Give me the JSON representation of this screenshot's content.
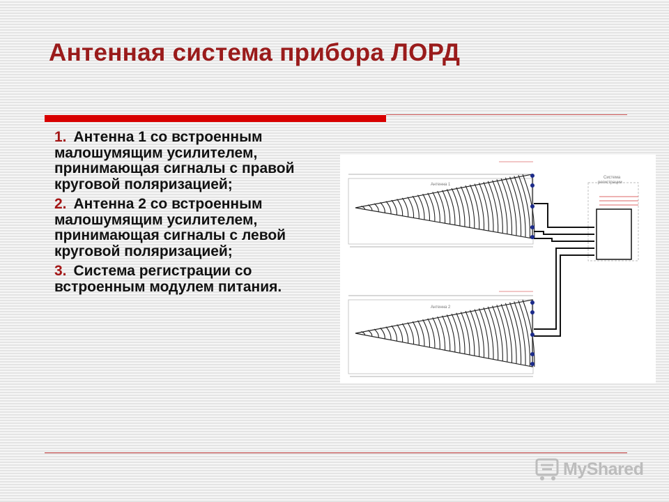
{
  "slide": {
    "title": "Антенная система прибора ЛОРД",
    "items": [
      {
        "number": "1.",
        "text": "Антенна 1 со встроенным малошумящим усилителем, принимающая сигналы с правой круговой поляризацией;"
      },
      {
        "number": "2.",
        "text": "Антенна 2 со встроенным малошумящим усилителем, принимающая сигналы с левой круговой поляризацией;"
      },
      {
        "number": "3.",
        "text": "Система регистрации со встроенным модулем питания."
      }
    ]
  },
  "diagram": {
    "antenna1_label": "Антенна 1",
    "antenna2_label": "Антенна 2",
    "system_label_line1": "Система",
    "system_label_line2": "регистрации"
  },
  "watermark": {
    "text": "MyShared",
    "icon": "shopping-cart-icon"
  },
  "colors": {
    "title": "#9a1b1b",
    "accent_bar": "#d80000",
    "number": "#a31515"
  }
}
